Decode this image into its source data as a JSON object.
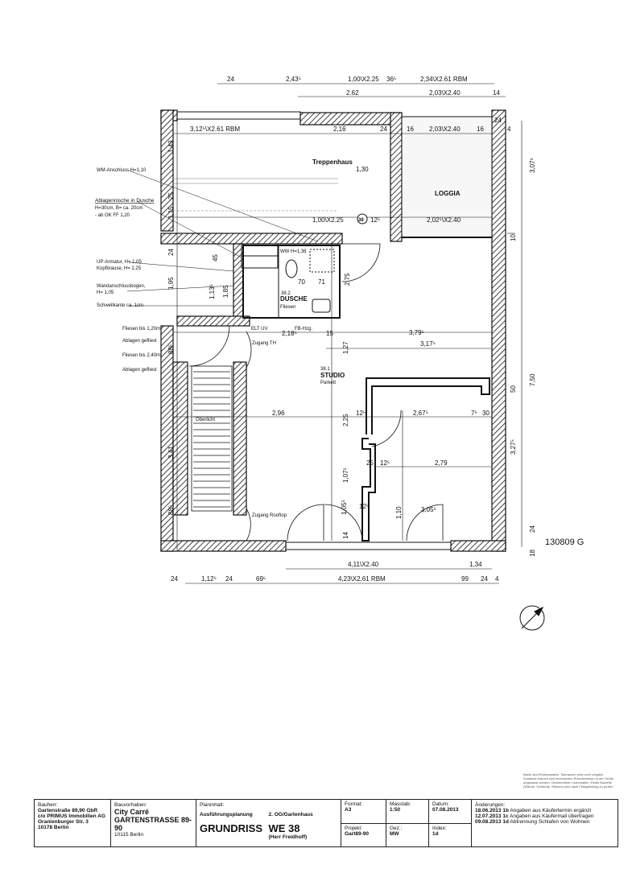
{
  "top_dimensions": [
    "24",
    "2,43⁵",
    "1,00\\X2.25",
    "36⁵",
    "2,34\\X2.61 RBM",
    "2.62",
    "2,03\\X2.40",
    "14"
  ],
  "inner_top_dimensions": [
    "3,12⁵\\X2.61 RBM",
    "2,16",
    "24",
    "16",
    "2,03\\X2.40",
    "16",
    "24",
    "4"
  ],
  "rooms": {
    "stair_hall": "Treppenhaus",
    "stair_hall_dim": "1,30",
    "loggia": "LOGGIA",
    "loggia_door": "2,02⁵\\X2.40",
    "door_38": "1,00\\X2.25",
    "door_no": "38",
    "door_dim": "12⁵",
    "shower_no": "38.2",
    "shower": "DUSCHE",
    "shower_floor": "Fliesen",
    "wc_height": "WW H=1,38",
    "studio_no": "38.1",
    "studio": "STUDIO",
    "studio_floor": "Parkett",
    "elt": "ELT UV",
    "fb": "FB-Hzg.",
    "entry_th": "Zugang TH",
    "entry_roof": "Zugang Rooftop",
    "skylight": "Oberlicht"
  },
  "annotations": [
    "WM-Anschluss H=1,10",
    "Ablagennische in Dusche",
    "H=30cm, B= ca. 20cm",
    "- ab OK FF 1,20",
    "UP-Armatur, H= 1,05",
    "Kopfbrause, H= 2,25",
    "Wandanschlussbogen,",
    "H= 1,05",
    "Schwellkante ca. 1cm",
    "Fliesen bis 1,20m",
    "Ablagen gefliest",
    "Fliesen bis 2,40m",
    "Ablagen gefliest"
  ],
  "left_dimensions": [
    "1,43",
    "1,15",
    "25",
    "24",
    "1,95",
    "45",
    "1,13⁵",
    "1,85",
    "88⁵",
    "3,41",
    "88⁵"
  ],
  "right_dimensions": [
    "3,07⁵",
    "10",
    "7,50",
    "3,27⁵",
    "24",
    "18",
    "4",
    "50",
    "7⁵"
  ],
  "interior_dimensions": [
    "70",
    "71",
    "2,18⁵",
    "15",
    "3,79⁵",
    "3,17⁵",
    "2,96",
    "12⁵",
    "2,67⁵",
    "7⁵",
    "30",
    "25",
    "12⁵",
    "2,79",
    "1,07⁵",
    "12⁵",
    "3,05⁵",
    "2,75",
    "1,27",
    "2,25",
    "1,10",
    "1,05⁵",
    "14"
  ],
  "bottom_dimensions": [
    "4,11\\X2.40",
    "1,34",
    "4,23\\X2.61 RBM",
    "99",
    "24",
    "4",
    "24",
    "1,12⁵",
    "24",
    "69⁵"
  ],
  "stamp": "130809 G",
  "note": "Maße sind Rohbaumaße. Toleranzen sind noch möglich. Schächte können sich technischen Erfordernissen in der Größe angepasst werden. Deckenhöhen vorbehalten. Reale Bauteile (Wände, Schächte, Stützen) sind nach Fertigstellung zu prüfen.",
  "title_block": {
    "client_label": "Bauherr:",
    "client": [
      "Gartenstraße 89,90 GbR",
      "c/o PRIMUS Immobilien AG",
      "Oranienburger Str. 3",
      "10178 Berlin"
    ],
    "project_owner_label": "Bauvorhaben:",
    "project_name": "City Carré",
    "project_address": "GARTENSTRASSE 89-90",
    "project_city": "10115 Berlin",
    "plan_label": "Planinhalt:",
    "plan_phase": "Ausführungsplanung",
    "plan_title": "GRUNDRISS",
    "floor": "2. OG/Gartenhaus",
    "unit": "WE 38",
    "unit_owner": "(Herr Freidhoff)",
    "format_label": "Format:",
    "format": "A3",
    "scale_label": "Masstab:",
    "scale": "1:50",
    "date_label": "Datum:",
    "date": "07.08.2013",
    "project_label": "Projekt:",
    "project": "Gart89-90",
    "drawn_label": "Gez.:",
    "drawn": "MW",
    "index_label": "Index:",
    "index": "1d",
    "changes_label": "Änderungen:",
    "changes": [
      {
        "date": "18.06.2013",
        "index": "1b",
        "text": "Angaben aus Käufertermin ergänzt"
      },
      {
        "date": "12.07.2013",
        "index": "1c",
        "text": "Angaben aus Käufermail übertragen"
      },
      {
        "date": "09.08.2013",
        "index": "1d",
        "text": "Abtrennung Schlafen von Wohnen"
      }
    ]
  }
}
